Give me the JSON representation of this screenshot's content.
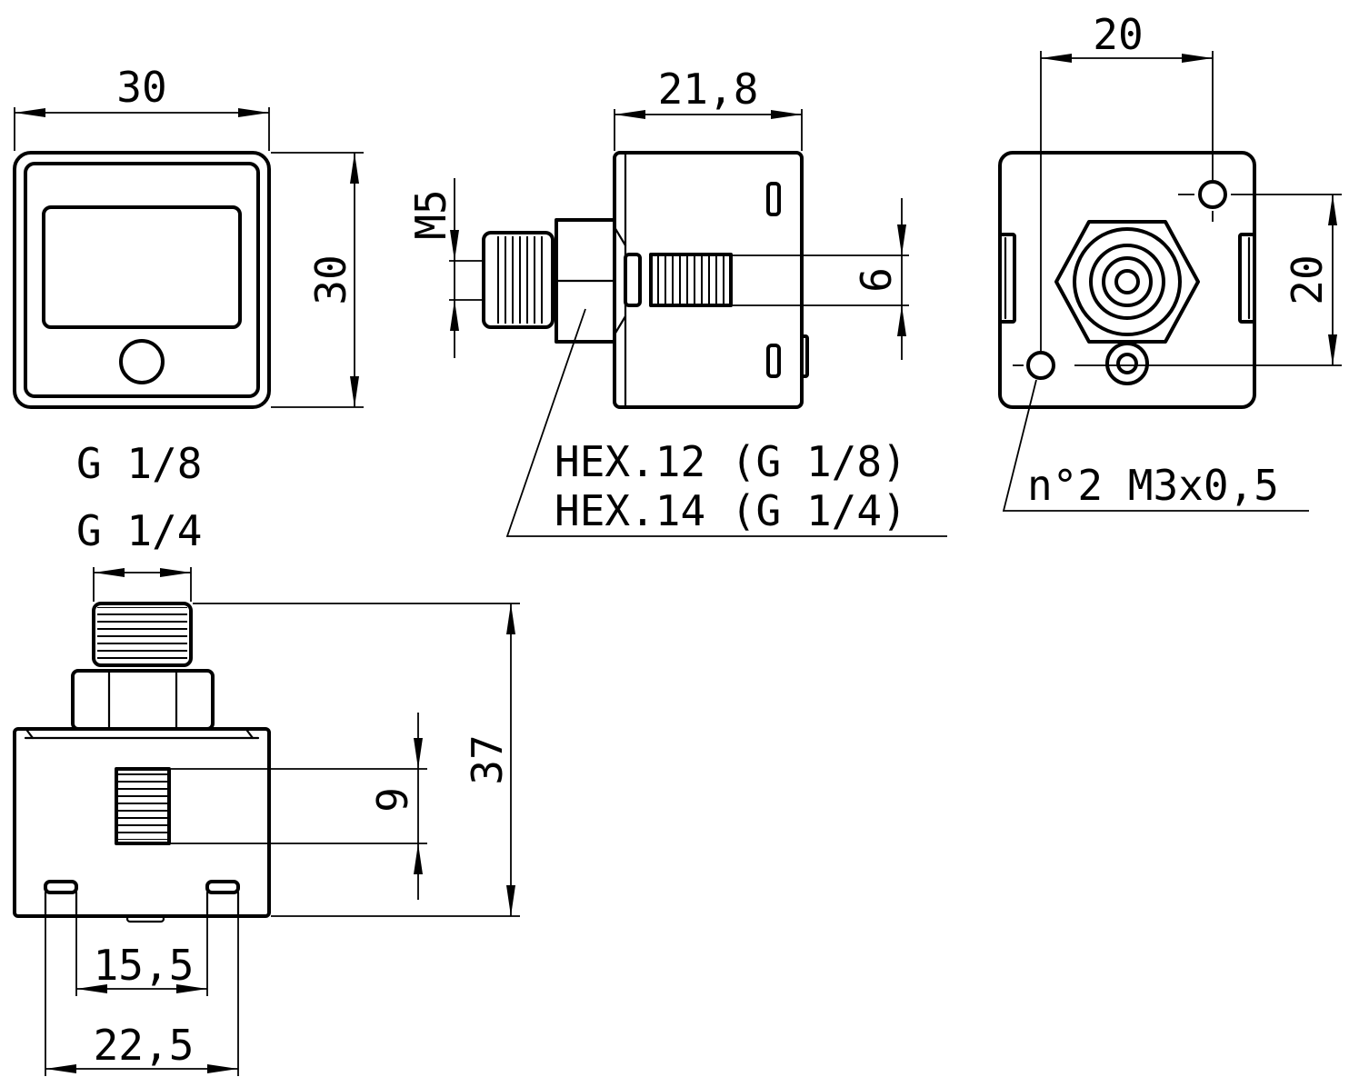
{
  "dims": {
    "front_width": "30",
    "front_height": "30",
    "side_depth": "21,8",
    "side_thread": "M5",
    "side_slot": "6",
    "back_hole_x": "20",
    "back_hole_y": "20",
    "bottom_height": "37",
    "bottom_slot": "9",
    "bottom_foot_inner": "15,5",
    "bottom_foot_outer": "22,5"
  },
  "labels": {
    "thread_g18": "G 1/8",
    "thread_g14": "G 1/4",
    "hex12": "HEX.12 (G 1/8)",
    "hex14": "HEX.14 (G 1/4)",
    "mount_holes": "n°2 M3x0,5"
  }
}
